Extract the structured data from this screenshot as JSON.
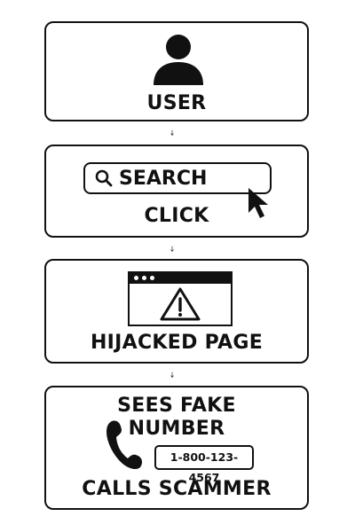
{
  "steps": {
    "user": {
      "label": "USER",
      "icon": "user-icon"
    },
    "search": {
      "search_text": "SEARCH",
      "label": "CLICK",
      "icons": [
        "search-icon",
        "cursor-icon"
      ]
    },
    "hijack": {
      "label": "HIJACKED PAGE",
      "icons": [
        "browser-window-icon",
        "warning-icon"
      ]
    },
    "scam": {
      "line1": "SEES FAKE",
      "line2": "NUMBER",
      "phone_number": "1-800-123-4567",
      "label": "CALLS SCAMMER",
      "icon": "phone-icon"
    }
  },
  "colors": {
    "stroke": "#111111",
    "background": "#ffffff"
  }
}
